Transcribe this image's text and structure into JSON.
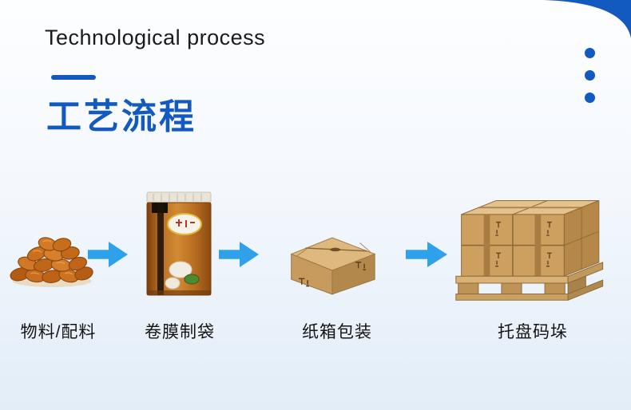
{
  "page": {
    "background_top": "#fdfeff",
    "background_bottom": "#e2edf8",
    "accent_blue": "#1259c0",
    "arrow_blue": "#2ea1ea",
    "cardboard_color": "#c79a5e"
  },
  "header": {
    "title_en": "Technological process",
    "title_zh": "工艺流程",
    "decoration": "corner-rounded-blue-shape",
    "dots_count": 3
  },
  "process": {
    "arrow_icon": "right-arrow",
    "steps": [
      {
        "label": "物料/配料",
        "icon": "nuts-ingredients-illustration"
      },
      {
        "label": "卷膜制袋",
        "icon": "film-roll-bag-illustration"
      },
      {
        "label": "纸箱包装",
        "icon": "carton-box-illustration"
      },
      {
        "label": "托盘码垛",
        "icon": "pallet-stack-illustration"
      }
    ]
  }
}
